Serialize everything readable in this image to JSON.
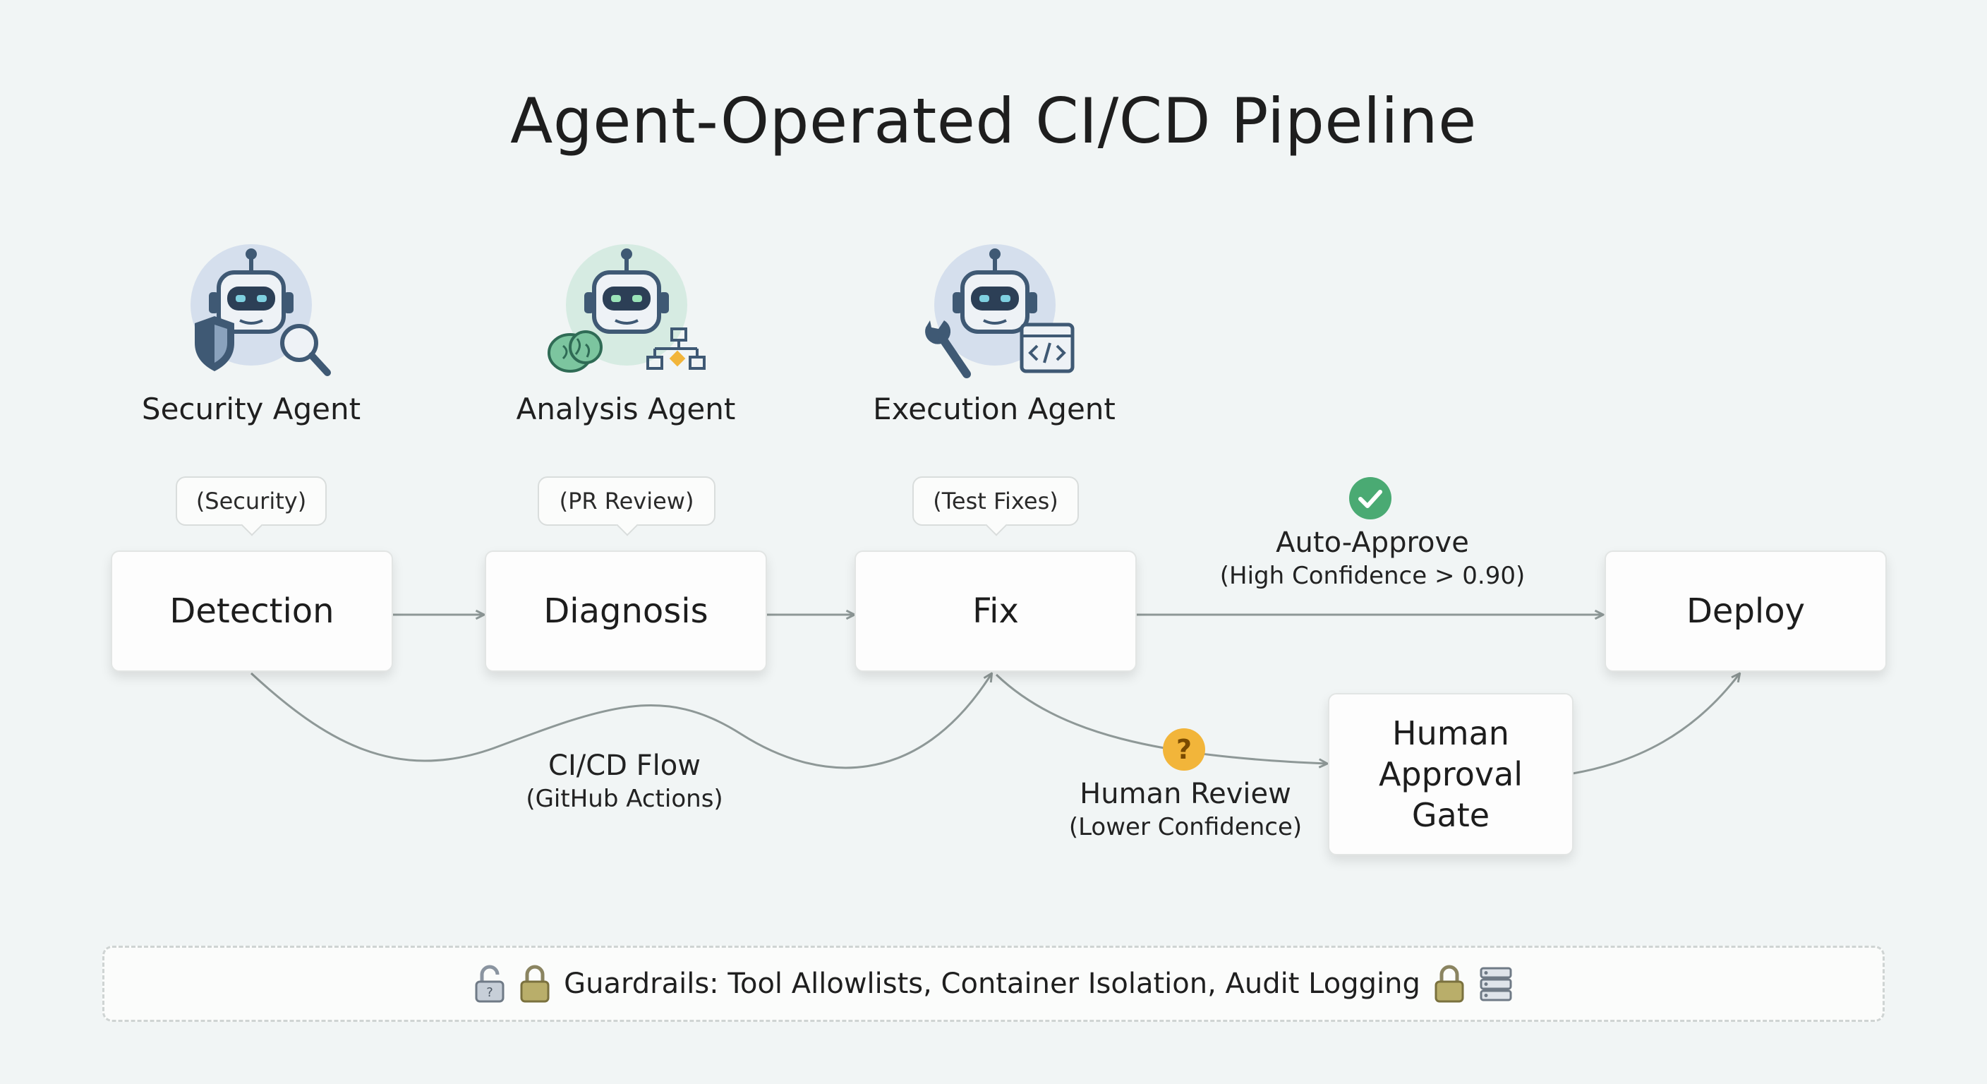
{
  "title": "Agent-Operated CI/CD Pipeline",
  "agents": [
    {
      "name": "Security Agent",
      "icon": "robot-shield-magnifier-icon",
      "accent": "#c9d6ea"
    },
    {
      "name": "Analysis Agent",
      "icon": "robot-brain-flowchart-icon",
      "accent": "#cfe9dd"
    },
    {
      "name": "Execution Agent",
      "icon": "robot-wrench-code-icon",
      "accent": "#c9d6ea"
    }
  ],
  "callouts": [
    "(Security)",
    "(PR Review)",
    "(Test Fixes)"
  ],
  "stages": {
    "detection": "Detection",
    "diagnosis": "Diagnosis",
    "fix": "Fix",
    "deploy": "Deploy",
    "gate": [
      "Human",
      "Approval",
      "Gate"
    ]
  },
  "flows": {
    "auto_approve": {
      "title": "Auto-Approve",
      "subtitle": "(High Confidence > 0.90)",
      "icon": "green-check-icon",
      "color": "#4aaa73"
    },
    "cicd": {
      "title": "CI/CD Flow",
      "subtitle": "(GitHub Actions)"
    },
    "human_review": {
      "title": "Human Review",
      "subtitle": "(Lower Confidence)",
      "icon": "question-icon",
      "color": "#f2b53a"
    }
  },
  "guardrails": {
    "text": "Guardrails: Tool Allowlists, Container Isolation, Audit Logging",
    "icons": [
      "unlocked-padlock-icon",
      "padlock-icon",
      "padlock-icon",
      "server-stack-icon"
    ]
  },
  "colors": {
    "arrow": "#8e9897",
    "robot_body": "#3f5974",
    "robot_visor": "#2c3f56",
    "eye": "#7fd0e0"
  }
}
